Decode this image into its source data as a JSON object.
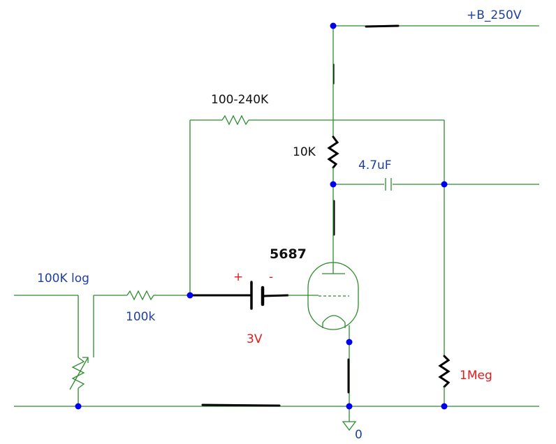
{
  "supply_label": "+B_250V",
  "feedback_resistor": "100-240K",
  "plate_resistor": "10K",
  "coupling_cap": "4.7uF",
  "tube": "5687",
  "pot": "100K log",
  "input_resistor": "100k",
  "battery_plus": "+",
  "battery_minus": "-",
  "battery_value": "3V",
  "grid_leak": "1Meg",
  "ground_label": "0",
  "colors": {
    "wire": "#2e8b2e",
    "node": "#0000ee",
    "annotation_red": "#e01b1b",
    "label_blue": "#1f3f9f"
  }
}
